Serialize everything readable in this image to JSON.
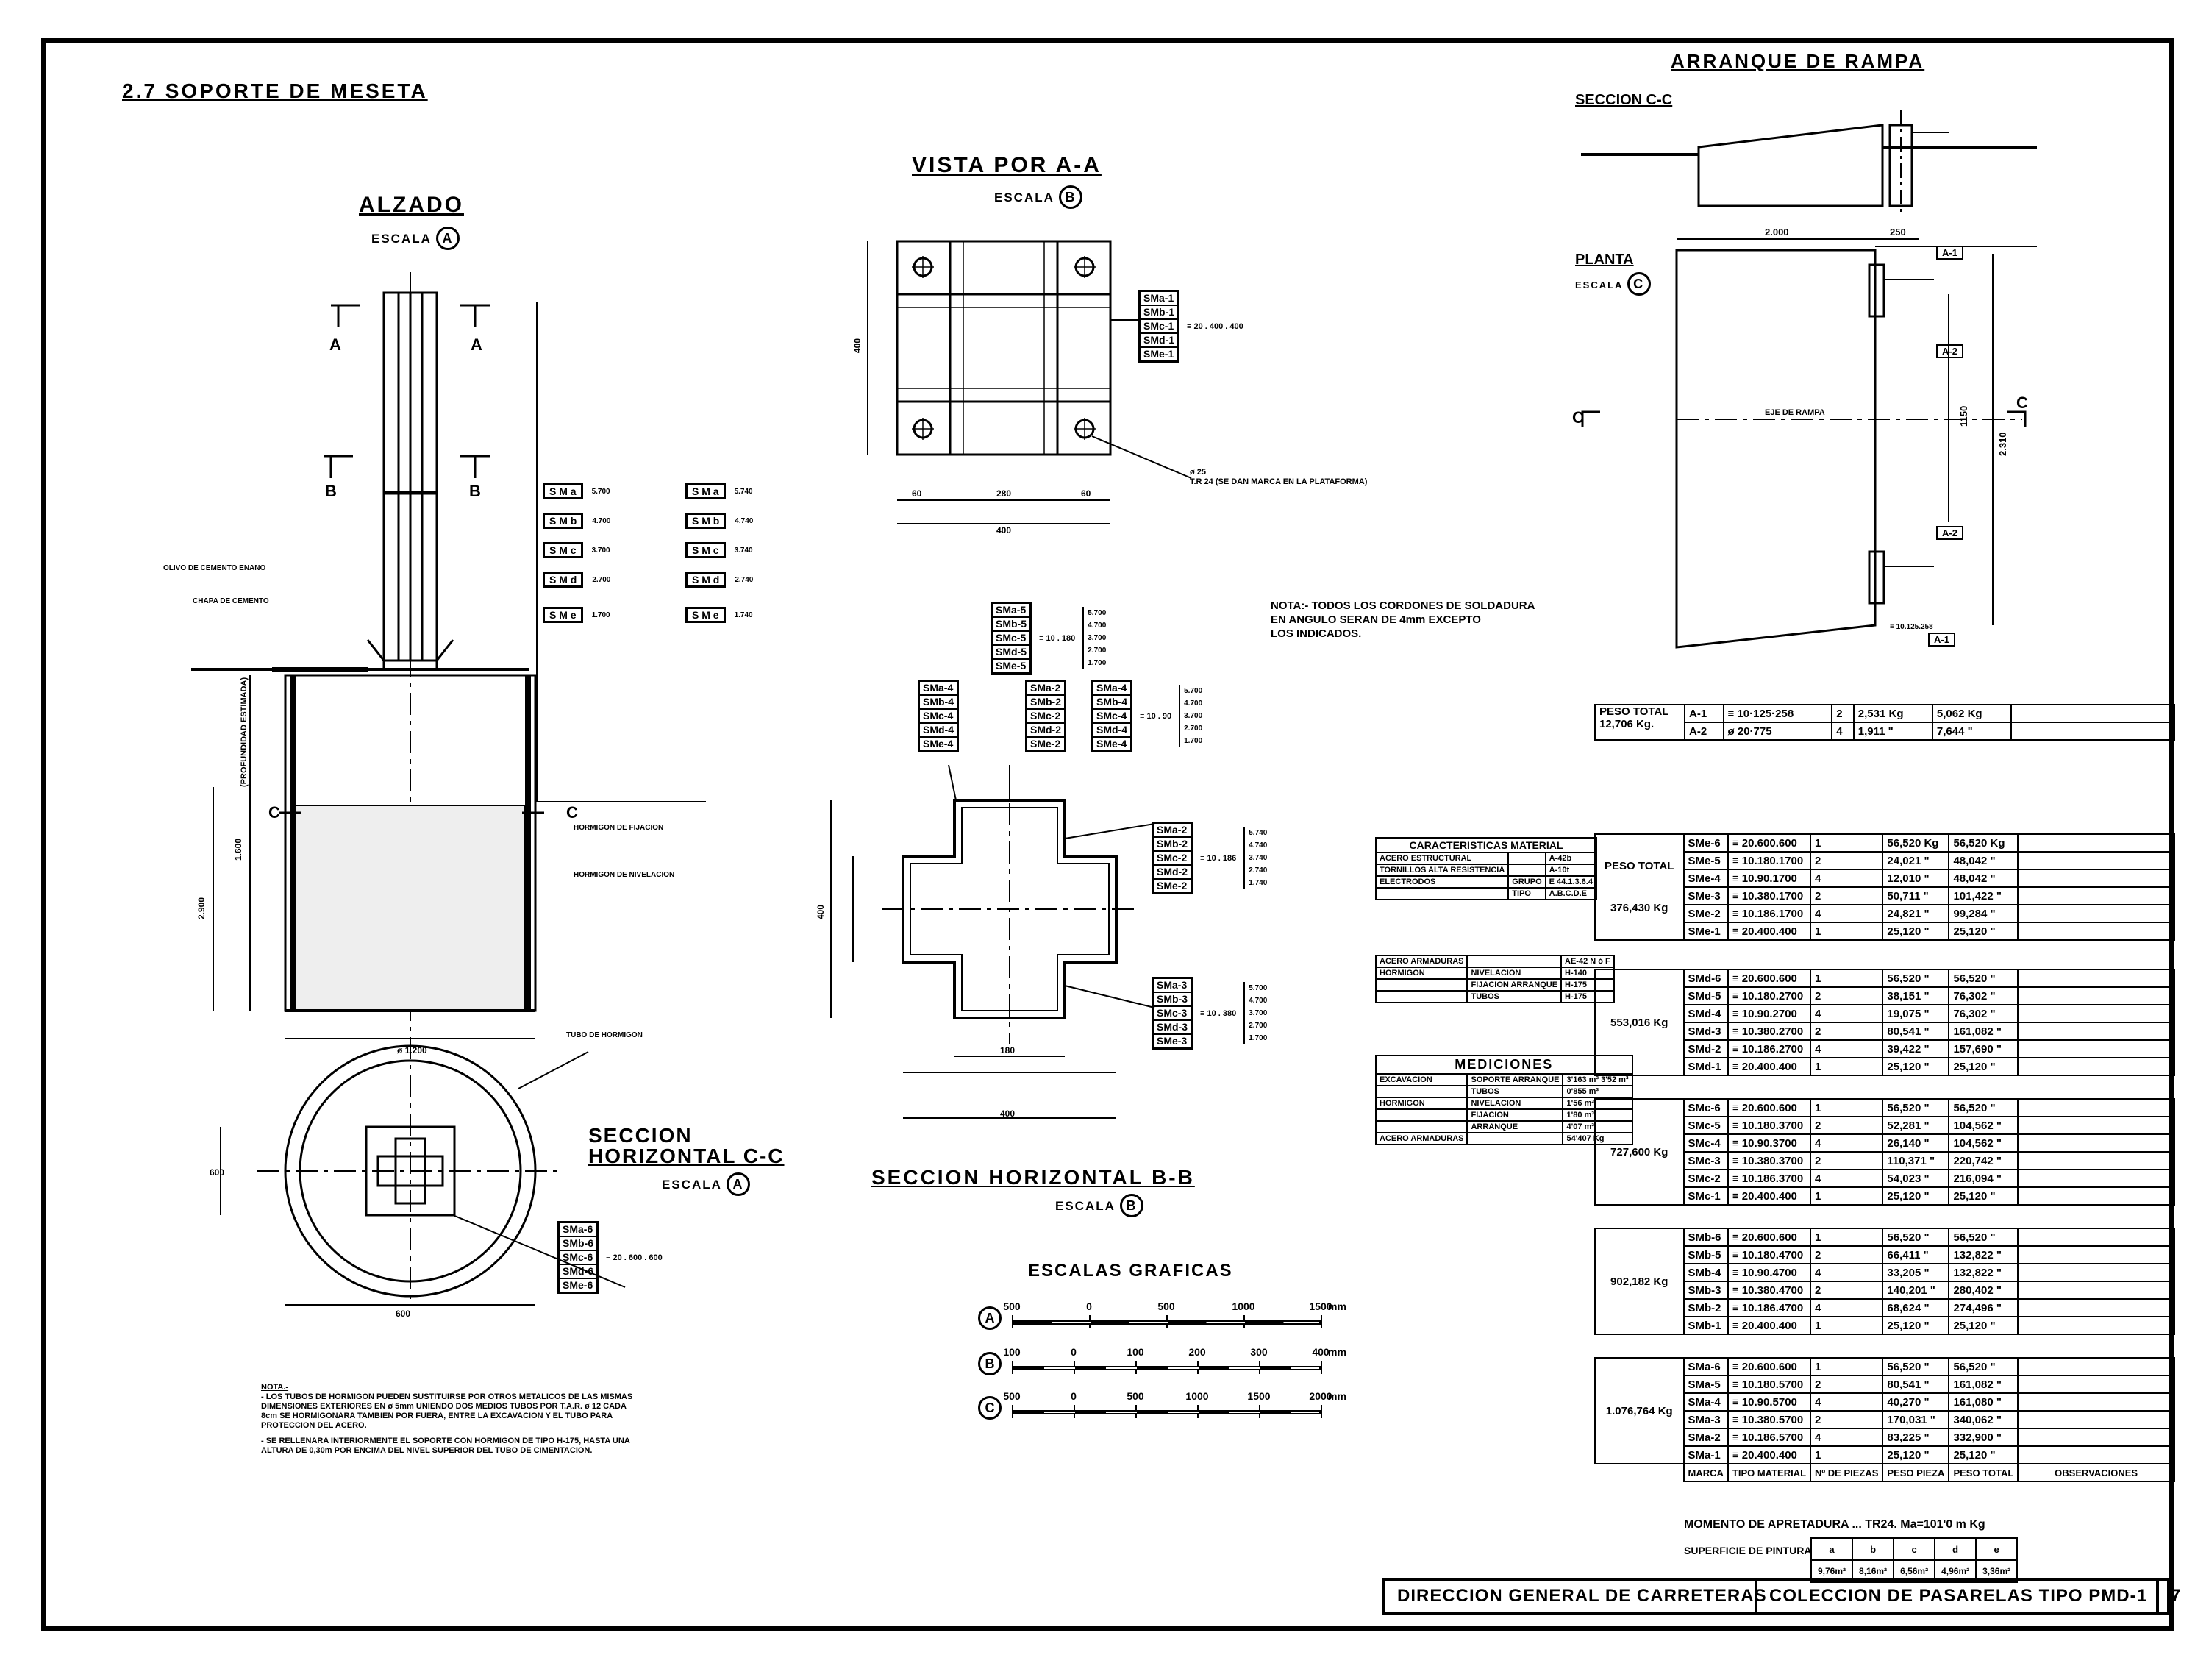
{
  "sheet_title": "2.7  SOPORTE  DE  MESETA",
  "alzado": {
    "title": "ALZADO",
    "escala": "ESCALA",
    "escala_ref": "A",
    "section_a": "A",
    "section_b": "B",
    "section_c": "C",
    "label_olivo": "OLIVO DE CEMENTO ENANO",
    "label_chapa": "CHAPA DE CEMENTO",
    "label_hormigon_fijacion": "HORMIGON DE FIJACION",
    "label_hormigon_nivelacion": "HORMIGON DE NIVELACION",
    "label_tubo": "TUBO DE HORMIGON",
    "label_profundidad": "(PROFUNDIDAD ESTIMADA)",
    "dim_1600": "1.600",
    "dim_2900": "2.900",
    "dim_1200": "ø 1.200",
    "dim_600": "600",
    "markers_left": [
      "S M a",
      "S M b",
      "S M c",
      "S M d",
      "S M e"
    ],
    "values_left": [
      "5.700",
      "4.700",
      "3.700",
      "2.700",
      "1.700"
    ],
    "markers_right": [
      "S M a",
      "S M b",
      "S M c",
      "S M d",
      "S M e"
    ],
    "values_right": [
      "5.740",
      "4.740",
      "3.740",
      "2.740",
      "1.740"
    ]
  },
  "seccion_cc": {
    "title1": "SECCION",
    "title2": "HORIZONTAL  C-C",
    "escala": "ESCALA",
    "escala_ref": "A",
    "markers": [
      "SMa-6",
      "SMb-6",
      "SMc-6",
      "SMd-6",
      "SMe-6"
    ],
    "profile": "≡ 20 . 600 . 600"
  },
  "vista_aa": {
    "title": "VISTA POR A-A",
    "escala": "ESCALA",
    "escala_ref": "B",
    "markers": [
      "SMa-1",
      "SMb-1",
      "SMc-1",
      "SMd-1",
      "SMe-1"
    ],
    "profile": "≡ 20 . 400 . 400",
    "bolt_note": "ø 25\nT.R 24 (SE DAN MARCA EN LA PLATAFORMA)",
    "dim_bottom": [
      "60",
      "280",
      "60"
    ],
    "dim_total": "400",
    "dim_side": "400"
  },
  "seccion_bb": {
    "title": "SECCION  HORIZONTAL B-B",
    "escala": "ESCALA",
    "escala_ref": "B",
    "group1": [
      "SMa-5",
      "SMb-5",
      "SMc-5",
      "SMd-5",
      "SMe-5"
    ],
    "group1_profile": "≡ 10 . 180",
    "group1_values": [
      "5.700",
      "4.700",
      "3.700",
      "2.700",
      "1.700"
    ],
    "group2": [
      "SMa-4",
      "SMb-4",
      "SMc-4",
      "SMd-4",
      "SMe-4"
    ],
    "group3": [
      "SMa-2",
      "SMb-2",
      "SMc-2",
      "SMd-2",
      "SMe-2"
    ],
    "group4": [
      "SMa-4",
      "SMb-4",
      "SMc-4",
      "SMd-4",
      "SMe-4"
    ],
    "group4_profile": "≡ 10 . 90",
    "group4_values": [
      "5.700",
      "4.700",
      "3.700",
      "2.700",
      "1.700"
    ],
    "group5": [
      "SMa-2",
      "SMb-2",
      "SMc-2",
      "SMd-2",
      "SMe-2"
    ],
    "group5_profile": "≡ 10 . 186",
    "group5_values": [
      "5.740",
      "4.740",
      "3.740",
      "2.740",
      "1.740"
    ],
    "group6": [
      "SMa-3",
      "SMb-3",
      "SMc-3",
      "SMd-3",
      "SMe-3"
    ],
    "group6_profile": "≡ 10 . 380",
    "group6_values": [
      "5.700",
      "4.700",
      "3.700",
      "2.700",
      "1.700"
    ],
    "dim_total": "400",
    "dim_inner": "180"
  },
  "nota_soldadura": "NOTA:- TODOS LOS CORDONES DE SOLDADURA\nEN ANGULO SERAN DE 4mm EXCEPTO\nLOS INDICADOS.",
  "arranque": {
    "title": "ARRANQUE DE RAMPA",
    "seccion": "SECCION C-C",
    "planta": "PLANTA",
    "escala": "ESCALA",
    "escala_ref": "C",
    "dim_2000": "2.000",
    "dim_250": "250",
    "eje": "EJE DE RAMPA",
    "dim_1150": "1150",
    "dim_2310": "2.310",
    "a1": "A-1",
    "a2": "A-2",
    "c_label": "C",
    "profile": "≡ 10.125.258"
  },
  "peso_rampa": {
    "header": "PESO TOTAL",
    "total": "12,706 Kg.",
    "rows": [
      [
        "A-1",
        "≡ 10·125·258",
        "2",
        "2,531 Kg",
        "5,062 Kg"
      ],
      [
        "A-2",
        "ø 20·775",
        "4",
        "1,911  \"",
        "7,644 \""
      ]
    ]
  },
  "caracteristicas": {
    "title": "CARACTERISTICAS MATERIAL",
    "rows": [
      [
        "ACERO ESTRUCTURAL",
        "",
        "A-42b"
      ],
      [
        "TORNILLOS ALTA RESISTENCIA",
        "",
        "A-10t"
      ],
      [
        "ELECTRODOS",
        "GRUPO",
        "E 44.1.3.6.4"
      ],
      [
        "",
        "TIPO",
        "A.B.C.D.E"
      ]
    ]
  },
  "armaduras": {
    "rows": [
      [
        "ACERO ARMADURAS",
        "",
        "AE-42 N ó F"
      ],
      [
        "HORMIGON",
        "NIVELACION",
        "H-140"
      ],
      [
        "",
        "FIJACION ARRANQUE",
        "H-175"
      ],
      [
        "",
        "TUBOS",
        "H-175"
      ]
    ]
  },
  "mediciones": {
    "title": "MEDICIONES",
    "head": [
      "EXCAVACION",
      "SOPORTE ARRANQUE",
      "3'163 m³ 3'52 m³"
    ],
    "rows": [
      [
        "",
        "TUBOS",
        "0'855 m³"
      ],
      [
        "HORMIGON",
        "NIVELACION",
        "1'56 m³"
      ],
      [
        "",
        "FIJACION",
        "1'80 m³"
      ],
      [
        "",
        "ARRANQUE",
        "4'07 m³"
      ],
      [
        "ACERO ARMADURAS",
        "",
        "54'407 Kg"
      ]
    ]
  },
  "materials": {
    "headers": [
      "MARCA",
      "TIPO MATERIAL",
      "Nº DE PIEZAS",
      "PESO PIEZA",
      "PESO TOTAL",
      "OBSERVACIONES"
    ],
    "groups": [
      {
        "total": "376,430 Kg",
        "label": "PESO TOTAL",
        "rows": [
          [
            "SMe-6",
            "≡ 20.600.600",
            "1",
            "56,520 Kg",
            "56,520 Kg"
          ],
          [
            "SMe-5",
            "≡ 10.180.1700",
            "2",
            "24,021 \"",
            "48,042 \""
          ],
          [
            "SMe-4",
            "≡ 10.90.1700",
            "4",
            "12,010 \"",
            "48,042 \""
          ],
          [
            "SMe-3",
            "≡ 10.380.1700",
            "2",
            "50,711 \"",
            "101,422 \""
          ],
          [
            "SMe-2",
            "≡ 10.186.1700",
            "4",
            "24,821 \"",
            "99,284 \""
          ],
          [
            "SMe-1",
            "≡ 20.400.400",
            "1",
            "25,120 \"",
            "25,120 \""
          ]
        ]
      },
      {
        "total": "553,016 Kg",
        "rows": [
          [
            "SMd-6",
            "≡ 20.600.600",
            "1",
            "56,520 \"",
            "56,520 \""
          ],
          [
            "SMd-5",
            "≡ 10.180.2700",
            "2",
            "38,151 \"",
            "76,302 \""
          ],
          [
            "SMd-4",
            "≡ 10.90.2700",
            "4",
            "19,075 \"",
            "76,302 \""
          ],
          [
            "SMd-3",
            "≡ 10.380.2700",
            "2",
            "80,541 \"",
            "161,082 \""
          ],
          [
            "SMd-2",
            "≡ 10.186.2700",
            "4",
            "39,422 \"",
            "157,690 \""
          ],
          [
            "SMd-1",
            "≡ 20.400.400",
            "1",
            "25,120 \"",
            "25,120 \""
          ]
        ]
      },
      {
        "total": "727,600 Kg",
        "rows": [
          [
            "SMc-6",
            "≡ 20.600.600",
            "1",
            "56,520 \"",
            "56,520 \""
          ],
          [
            "SMc-5",
            "≡ 10.180.3700",
            "2",
            "52,281 \"",
            "104,562 \""
          ],
          [
            "SMc-4",
            "≡ 10.90.3700",
            "4",
            "26,140 \"",
            "104,562 \""
          ],
          [
            "SMc-3",
            "≡ 10.380.3700",
            "2",
            "110,371 \"",
            "220,742 \""
          ],
          [
            "SMc-2",
            "≡ 10.186.3700",
            "4",
            "54,023 \"",
            "216,094 \""
          ],
          [
            "SMc-1",
            "≡ 20.400.400",
            "1",
            "25,120 \"",
            "25,120 \""
          ]
        ]
      },
      {
        "total": "902,182 Kg",
        "rows": [
          [
            "SMb-6",
            "≡ 20.600.600",
            "1",
            "56,520 \"",
            "56,520 \""
          ],
          [
            "SMb-5",
            "≡ 10.180.4700",
            "2",
            "66,411 \"",
            "132,822 \""
          ],
          [
            "SMb-4",
            "≡ 10.90.4700",
            "4",
            "33,205 \"",
            "132,822 \""
          ],
          [
            "SMb-3",
            "≡ 10.380.4700",
            "2",
            "140,201 \"",
            "280,402 \""
          ],
          [
            "SMb-2",
            "≡ 10.186.4700",
            "4",
            "68,624 \"",
            "274,496 \""
          ],
          [
            "SMb-1",
            "≡ 20.400.400",
            "1",
            "25,120 \"",
            "25,120 \""
          ]
        ]
      },
      {
        "total": "1.076,764 Kg",
        "rows": [
          [
            "SMa-6",
            "≡ 20.600.600",
            "1",
            "56,520 \"",
            "56,520 \""
          ],
          [
            "SMa-5",
            "≡ 10.180.5700",
            "2",
            "80,541 \"",
            "161,082 \""
          ],
          [
            "SMa-4",
            "≡ 10.90.5700",
            "4",
            "40,270 \"",
            "161,080 \""
          ],
          [
            "SMa-3",
            "≡ 10.380.5700",
            "2",
            "170,031 \"",
            "340,062 \""
          ],
          [
            "SMa-2",
            "≡ 10.186.5700",
            "4",
            "83,225 \"",
            "332,900 \""
          ],
          [
            "SMa-1",
            "≡ 20.400.400",
            "1",
            "25,120 \"",
            "25,120 \""
          ]
        ]
      }
    ]
  },
  "momento": "MOMENTO DE APRETADURA ...   TR24.  Ma=101'0 m Kg",
  "pintura": {
    "label": "SUPERFICIE DE PINTURA",
    "letters": [
      "a",
      "b",
      "c",
      "d",
      "e"
    ],
    "values": [
      "9,76m²",
      "8,16m²",
      "6,56m²",
      "4,96m²",
      "3,36m²"
    ]
  },
  "escalas": {
    "title": "ESCALAS GRAFICAS",
    "a": {
      "ref": "A",
      "ticks": [
        "500",
        "0",
        "500",
        "1000",
        "1500"
      ],
      "unit": "mm"
    },
    "b": {
      "ref": "B",
      "ticks": [
        "100",
        "0",
        "100",
        "200",
        "300",
        "400"
      ],
      "unit": "mm"
    },
    "c": {
      "ref": "C",
      "ticks": [
        "500",
        "0",
        "500",
        "1000",
        "1500",
        "2000"
      ],
      "unit": "mm"
    }
  },
  "nota_tubos": {
    "head": "NOTA.-",
    "p1": "- LOS TUBOS DE HORMIGON PUEDEN SUSTITUIRSE POR OTROS METALICOS DE LAS MISMAS DIMENSIONES EXTERIORES EN ø 5mm UNIENDO DOS MEDIOS TUBOS POR T.A.R. ø 12 CADA 8cm SE HORMIGONARA TAMBIEN POR FUERA, ENTRE LA EXCAVACION Y EL TUBO PARA PROTECCION DEL ACERO.",
    "p2": "- SE RELLENARA INTERIORMENTE EL SOPORTE CON HORMIGON DE TIPO H-175, HASTA UNA ALTURA DE 0,30m POR ENCIMA DEL NIVEL SUPERIOR DEL TUBO DE CIMENTACION."
  },
  "title_block": {
    "org": "DIRECCION GENERAL DE CARRETERAS",
    "coleccion": "COLECCION  DE  PASARELAS  TIPO  PMD-1",
    "page": "7"
  }
}
